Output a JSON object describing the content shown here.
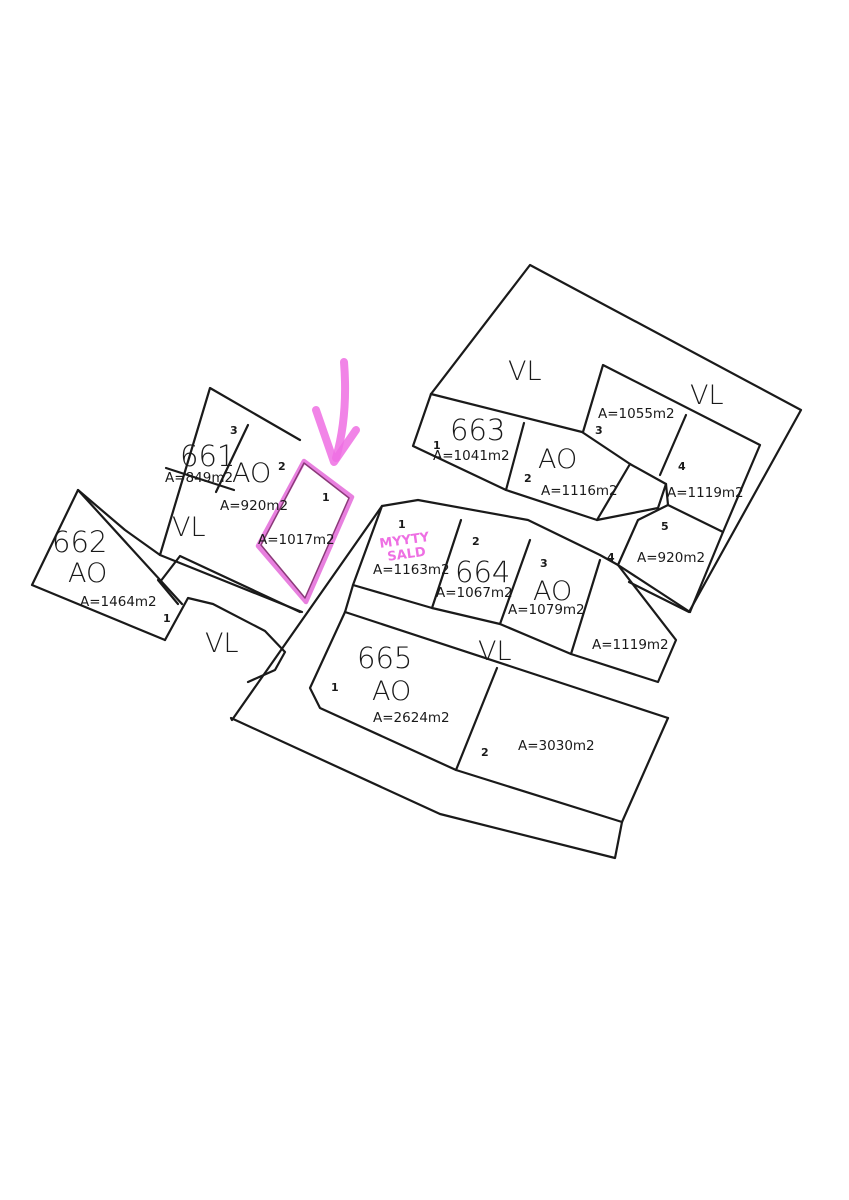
{
  "blocks": {
    "b661": "661",
    "b662": "662",
    "b663": "663",
    "b664": "664",
    "b665": "665"
  },
  "zones": {
    "vl": "VL",
    "ao": "AO"
  },
  "areas": {
    "p661_3": "A=849m2",
    "p661_2": "A=920m2",
    "p661_1": "A=1017m2",
    "p662_1": "A=1464m2",
    "p663_1": "A=1041m2",
    "p663_2": "A=1116m2",
    "p663_3": "A=1055m2",
    "p663_4": "A=1119m2",
    "p663_5": "A=920m2",
    "p664_1": "A=1163m2",
    "p664_2": "A=1067m2",
    "p664_3": "A=1079m2",
    "p664_4": "A=1119m2",
    "p665_1": "A=2624m2",
    "p665_2": "A=3030m2"
  },
  "plot_numbers": {
    "n1": "1",
    "n2": "2",
    "n3": "3",
    "n4": "4",
    "n5": "5"
  },
  "annotation": {
    "sold_line1": "MYYTY",
    "sold_line2": "SALD",
    "highlight_color": "#e46ad9"
  }
}
